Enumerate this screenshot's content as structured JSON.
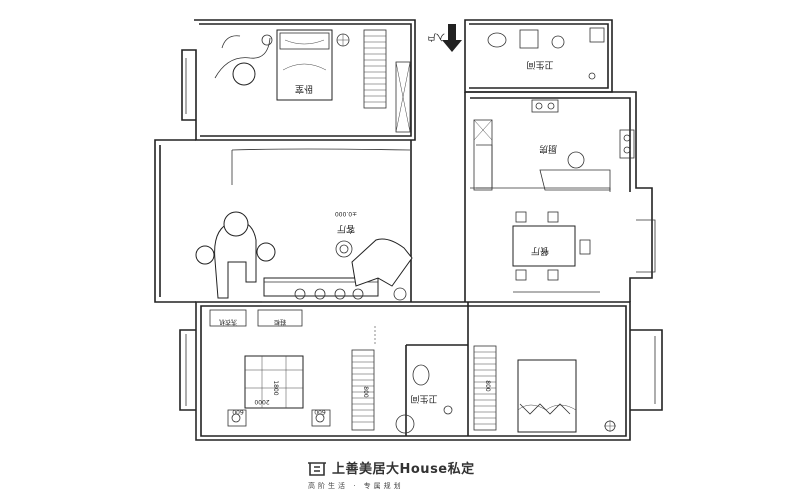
{
  "floorplan": {
    "rooms": {
      "master_bedroom": "卧室",
      "living_room": "客厅",
      "kitchen": "厨房",
      "dining_room": "餐厅",
      "bathroom_top": "卫生间",
      "bathroom_mid": "卫生间",
      "entrance": "入户"
    },
    "entrance_label": "入户",
    "elevation_mark": "±0.000",
    "dimensions": [
      "1800",
      "600",
      "2000",
      "800",
      "600",
      "800"
    ],
    "notes": [
      "洗衣机",
      "鞋柜"
    ]
  },
  "brand": {
    "name": "上善美居大House私定",
    "tagline": "高阶生活 · 专属规划"
  }
}
